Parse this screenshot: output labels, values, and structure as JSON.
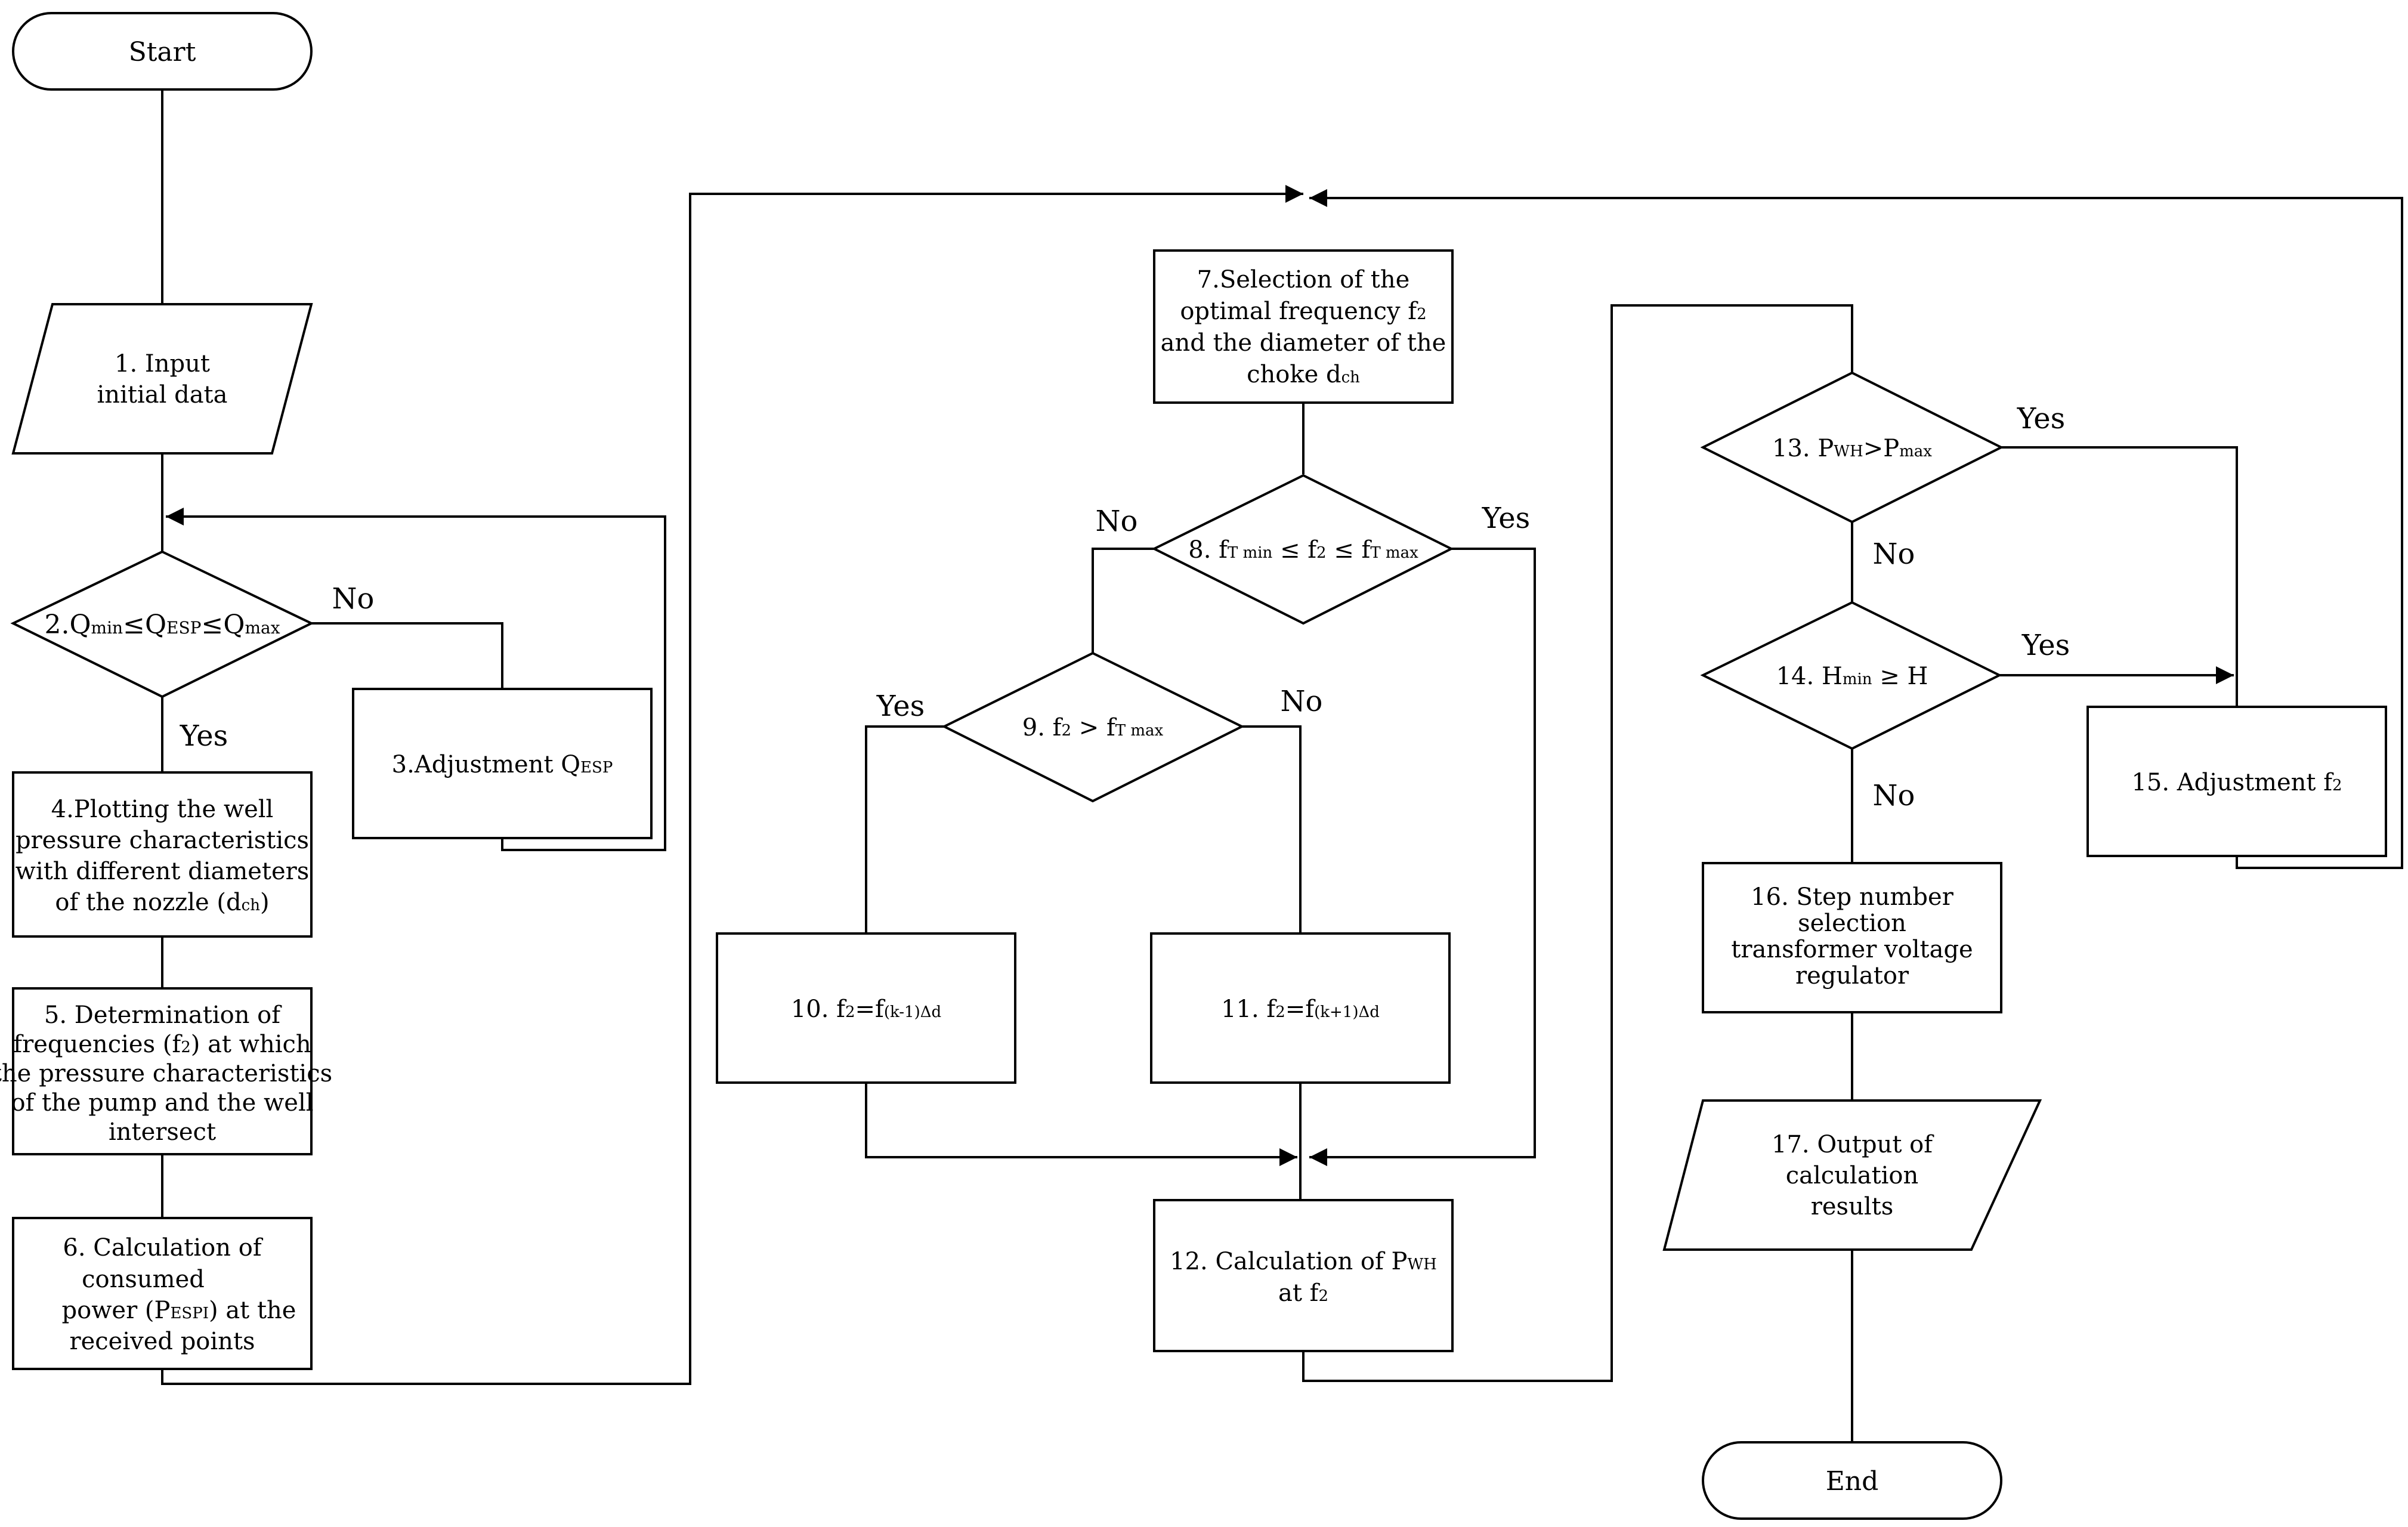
{
  "nodes": {
    "start": "Start",
    "n1": [
      "1. Input",
      "initial data"
    ],
    "n2": [
      "2.Q",
      "min",
      "≤Q",
      "ESP",
      "≤Q",
      "max"
    ],
    "n3": [
      "3.Adjustment Q",
      "ESP"
    ],
    "n4": [
      "4.Plotting the well",
      "pressure characteristics",
      "with different diameters",
      "of the nozzle (d",
      "ch",
      ")"
    ],
    "n5": [
      "5. Determination of",
      "frequencies (f",
      "2",
      ") at which",
      "the pressure characteristics",
      "of the pump and the well",
      "intersect"
    ],
    "n6": [
      "6. Calculation of",
      "consumed",
      "power (P",
      "ESPI",
      ") at the",
      "received points"
    ],
    "n7": [
      "7.Selection of the",
      "optimal frequency f",
      "2",
      "and the diameter of the",
      "choke d",
      "ch"
    ],
    "n8": [
      "8. f",
      "T min",
      " ≤ f",
      "2",
      " ≤ f",
      "T max"
    ],
    "n9": [
      "9. f",
      "2",
      " > f",
      "T max"
    ],
    "n10": [
      "10. f",
      "2",
      "=f",
      "(k-1)Δd"
    ],
    "n11": [
      "11. f",
      "2",
      "=f",
      "(k+1)Δd"
    ],
    "n12": [
      "12. Calculation of P",
      "WH",
      "at f",
      "2"
    ],
    "n13": [
      "13. P",
      "WH",
      ">P",
      "max"
    ],
    "n14": [
      "14. H",
      "min",
      " ≥ H"
    ],
    "n15": [
      "15. Adjustment f",
      "2"
    ],
    "n16": [
      "16. Step number",
      "selection",
      "transformer voltage",
      "regulator"
    ],
    "n17": [
      "17. Output of",
      "calculation",
      "results"
    ],
    "end": "End"
  },
  "labels": {
    "yes": "Yes",
    "no": "No"
  }
}
